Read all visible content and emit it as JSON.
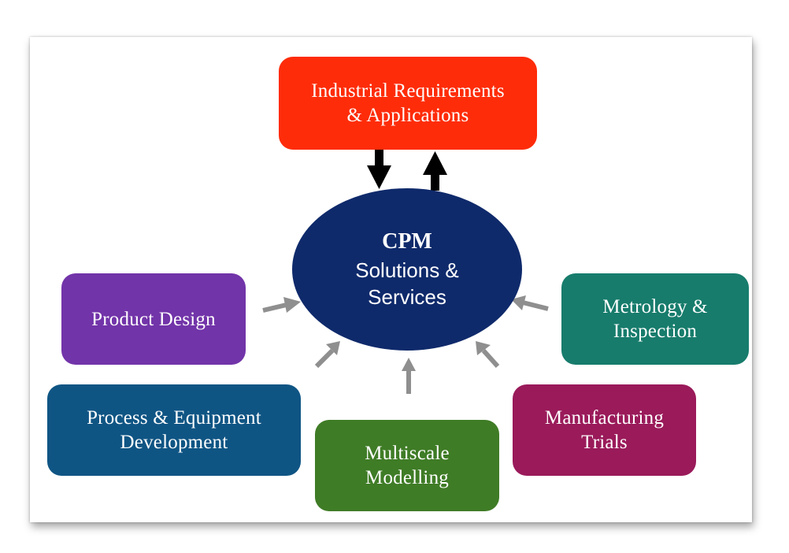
{
  "colors": {
    "industrial": "#fe2c09",
    "hub": "#0f2a6b",
    "product_design": "#7234a9",
    "metrology": "#177c6c",
    "process": "#0f5584",
    "multiscale": "#3f7c26",
    "manufacturing": "#9a1a5a",
    "gray_arrow": "#8f8f8f",
    "black_arrow": "#000000"
  },
  "hub": {
    "title": "CPM",
    "line1": "Solutions &",
    "line2": "Services"
  },
  "nodes": {
    "industrial": {
      "line1": "Industrial Requirements",
      "line2": "& Applications"
    },
    "product_design": {
      "line1": "Product Design"
    },
    "metrology": {
      "line1": "Metrology &",
      "line2": "Inspection"
    },
    "process": {
      "line1": "Process & Equipment",
      "line2": "Development"
    },
    "multiscale": {
      "line1": "Multiscale",
      "line2": "Modelling"
    },
    "manufacturing": {
      "line1": "Manufacturing",
      "line2": "Trials"
    }
  }
}
